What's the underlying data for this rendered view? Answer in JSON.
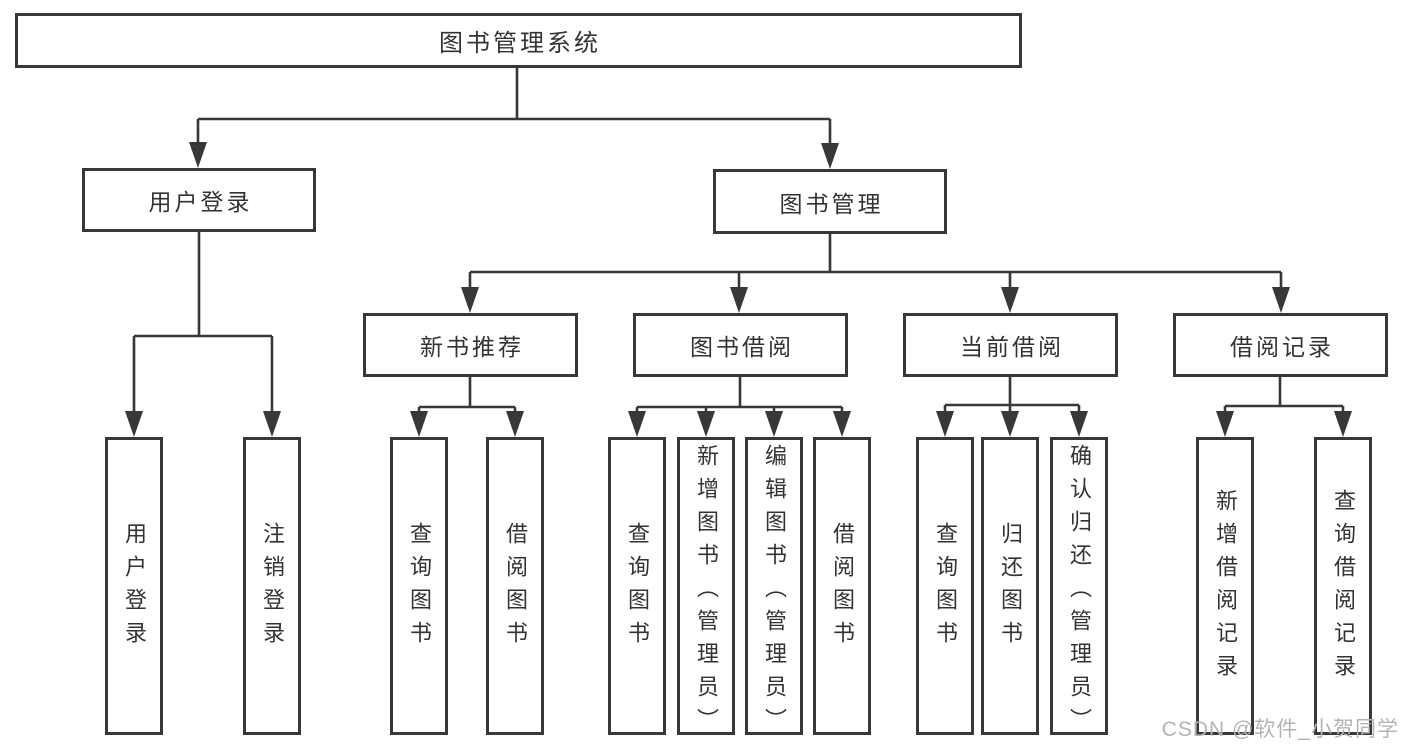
{
  "diagram": {
    "title": "图书管理系统",
    "root": {
      "label": "图书管理系统"
    },
    "level1": [
      {
        "label": "用户登录"
      },
      {
        "label": "图书管理"
      }
    ],
    "level2": [
      {
        "label": "新书推荐",
        "parent": "图书管理"
      },
      {
        "label": "图书借阅",
        "parent": "图书管理"
      },
      {
        "label": "当前借阅",
        "parent": "图书管理"
      },
      {
        "label": "借阅记录",
        "parent": "图书管理"
      }
    ],
    "leaves": [
      {
        "parent": "用户登录",
        "items": [
          "用户登录",
          "注销登录"
        ]
      },
      {
        "parent": "新书推荐",
        "items": [
          "查询图书",
          "借阅图书"
        ]
      },
      {
        "parent": "图书借阅",
        "items": [
          "查询图书",
          "新增图书（管理员）",
          "编辑图书（管理员）",
          "借阅图书"
        ]
      },
      {
        "parent": "当前借阅",
        "items": [
          "查询图书",
          "归还图书",
          "确认归还（管理员）"
        ]
      },
      {
        "parent": "借阅记录",
        "items": [
          "新增借阅记录",
          "查询借阅记录"
        ]
      }
    ]
  },
  "watermark": {
    "text": "CSDN @软件_小贺同学"
  },
  "colors": {
    "line": "#383838",
    "box_border": "#383838",
    "box_fill": "#ffffff",
    "text": "#333333",
    "background": "#ffffff",
    "watermark": "#b4b4b4"
  }
}
